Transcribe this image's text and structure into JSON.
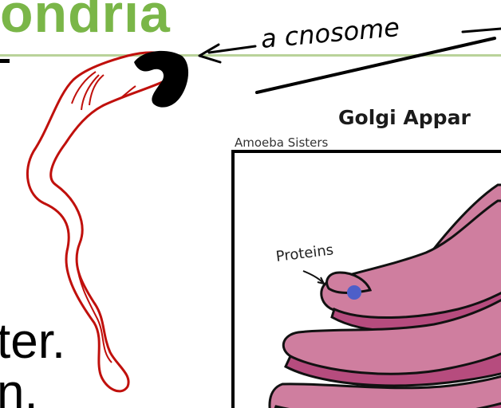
{
  "slide": {
    "title_fragment": "ondria",
    "body_lines": [
      "ter.",
      "n."
    ]
  },
  "annotation": {
    "handwritten_label": "a cnosome",
    "ink_colors": {
      "sperm_outline": "#c0100c",
      "acrosome_fill": "#000000",
      "arrow": "#000000"
    }
  },
  "figure": {
    "title": "Golgi Appar",
    "credit": "Amoeba Sisters",
    "label_proteins": "Proteins",
    "colors": {
      "cisterna_light": "#cf7e9f",
      "cisterna_dark": "#b64c7e",
      "outline": "#111111",
      "protein_dot": "#4d5fc9"
    }
  },
  "theme": {
    "title_color": "#7ab648",
    "rule_color": "#b9d29a"
  }
}
